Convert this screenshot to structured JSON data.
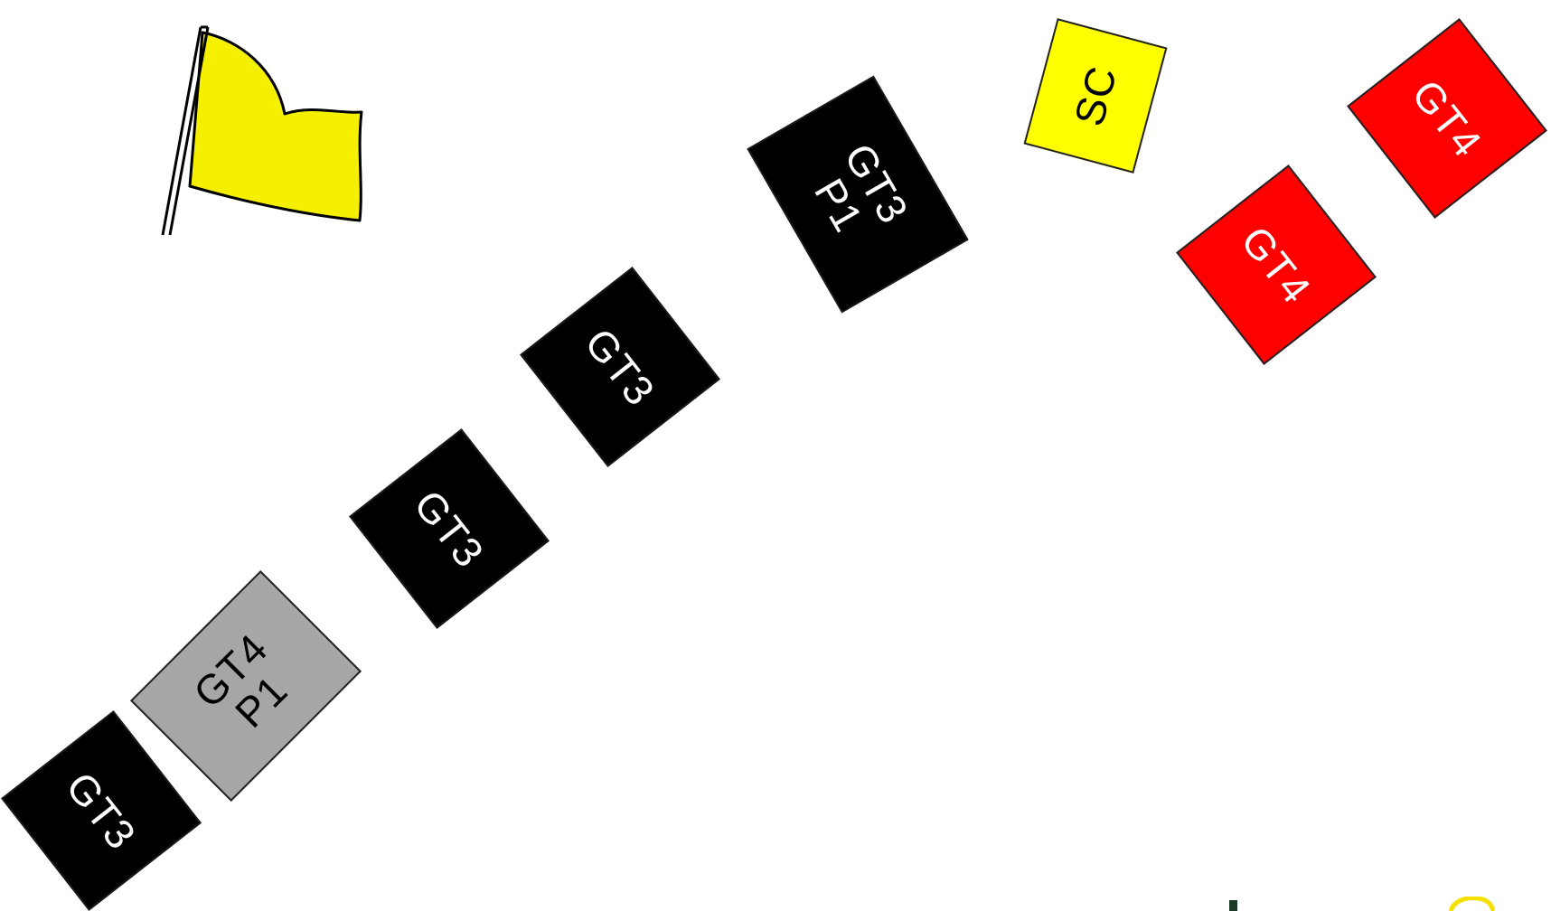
{
  "flag": {
    "icon": "yellow-flag-icon",
    "color": "#f5f000"
  },
  "colors": {
    "gt3": "#000000",
    "gt4_p1": "#a6a6a6",
    "gt4": "#ff0000",
    "safety_car": "#ffff00"
  },
  "cars": [
    {
      "name": "car-gt3-1",
      "lines": [
        "GT3"
      ]
    },
    {
      "name": "car-gt4-p1",
      "lines": [
        "GT4",
        "P1"
      ]
    },
    {
      "name": "car-gt3-2",
      "lines": [
        "GT3"
      ]
    },
    {
      "name": "car-gt3-3",
      "lines": [
        "GT3"
      ]
    },
    {
      "name": "car-gt3-p1",
      "lines": [
        "GT3",
        "P1"
      ]
    },
    {
      "name": "car-safety-car",
      "lines": [
        "SC"
      ]
    },
    {
      "name": "car-gt4-1",
      "lines": [
        "GT4"
      ]
    },
    {
      "name": "car-gt4-2",
      "lines": [
        "GT4"
      ]
    }
  ]
}
